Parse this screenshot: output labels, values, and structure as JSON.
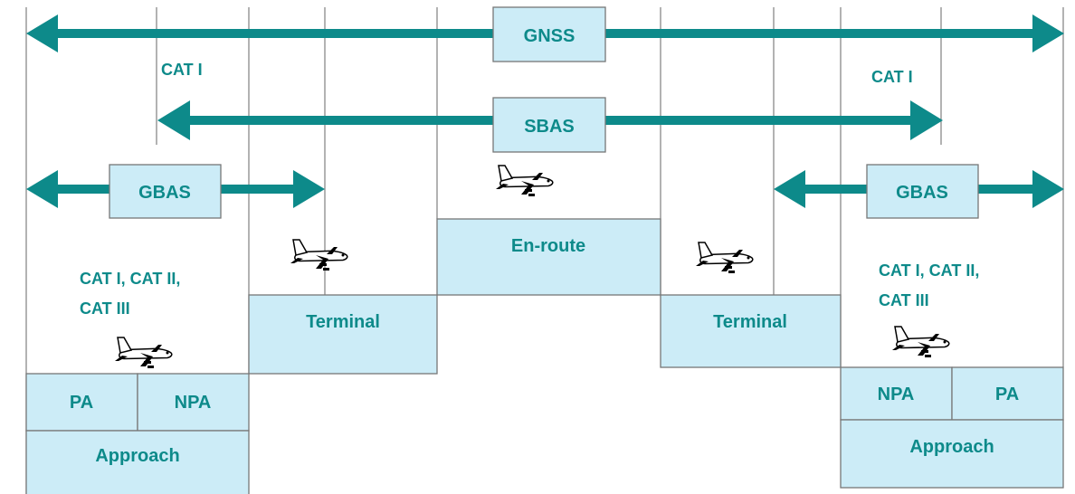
{
  "colors": {
    "accent": "#0d8a8a",
    "box_fill": "#ccecf7",
    "box_border": "#777777",
    "grid_line": "#808080"
  },
  "arrows": {
    "gnss": "GNSS",
    "sbas": "SBAS",
    "gbas_left": "GBAS",
    "gbas_right": "GBAS"
  },
  "labels": {
    "cat1_left": "CAT I",
    "cat1_right": "CAT I",
    "cats_left_line1": "CAT I, CAT II,",
    "cats_left_line2": "CAT III",
    "cats_right_line1": "CAT I, CAT II,",
    "cats_right_line2": "CAT III"
  },
  "phases": {
    "enroute": "En-route",
    "terminal_left": "Terminal",
    "terminal_right": "Terminal",
    "pa_left": "PA",
    "npa_left": "NPA",
    "approach_left": "Approach",
    "npa_right": "NPA",
    "pa_right": "PA",
    "approach_right": "Approach"
  },
  "icons": {
    "aircraft": "airplane-icon"
  }
}
